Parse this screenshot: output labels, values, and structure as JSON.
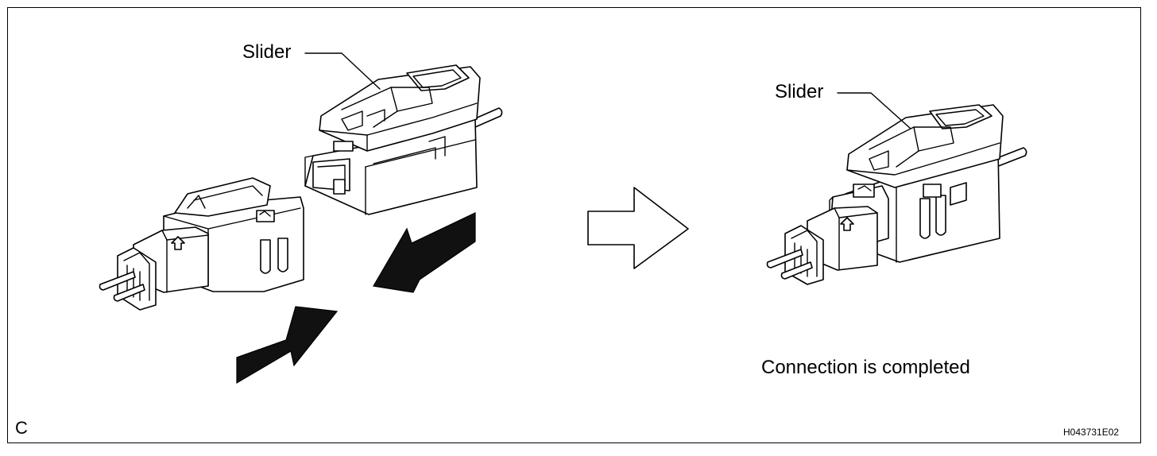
{
  "figure": {
    "slider_label_left": "Slider",
    "slider_label_right": "Slider",
    "caption": "Connection is completed",
    "corner_letter": "C",
    "figure_code": "H043731E02"
  }
}
